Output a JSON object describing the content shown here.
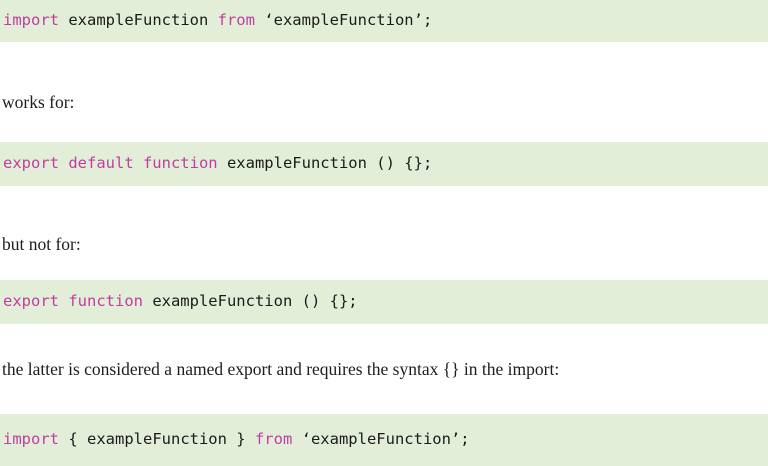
{
  "document": {
    "background_color": "#ffffff",
    "code_background_color": "#e3eed8",
    "keyword_color": "#be3fa1",
    "text_color": "#1c1c22"
  },
  "blocks": [
    {
      "kind": "code",
      "name": "default-import-snippet",
      "tokens": [
        {
          "text": "import",
          "type": "keyword"
        },
        {
          "text": " exampleFunction ",
          "type": "plain"
        },
        {
          "text": "from",
          "type": "keyword"
        },
        {
          "text": " ‘exampleFunction’;",
          "type": "string"
        }
      ],
      "full_text": "import exampleFunction from ‘exampleFunction’;"
    },
    {
      "kind": "prose",
      "name": "works-for-label",
      "text": "works for:"
    },
    {
      "kind": "code",
      "name": "default-export-snippet",
      "tokens": [
        {
          "text": "export default function",
          "type": "keyword"
        },
        {
          "text": " exampleFunction () {};",
          "type": "plain"
        }
      ],
      "full_text": "export default function exampleFunction () {};"
    },
    {
      "kind": "prose",
      "name": "but-not-for-label",
      "text": "but not for:"
    },
    {
      "kind": "code",
      "name": "named-export-snippet",
      "tokens": [
        {
          "text": "export function",
          "type": "keyword"
        },
        {
          "text": " exampleFunction () {};",
          "type": "plain"
        }
      ],
      "full_text": "export function exampleFunction () {};"
    },
    {
      "kind": "prose",
      "name": "named-export-explanation",
      "text": "the latter is considered a named export and requires the syntax {} in the import:"
    },
    {
      "kind": "code",
      "name": "named-import-snippet",
      "tokens": [
        {
          "text": "import",
          "type": "keyword"
        },
        {
          "text": " { exampleFunction } ",
          "type": "plain"
        },
        {
          "text": "from",
          "type": "keyword"
        },
        {
          "text": " ‘exampleFunction’;",
          "type": "string"
        }
      ],
      "full_text": "import { exampleFunction } from ‘exampleFunction’;"
    }
  ],
  "code": {
    "snippet1": {
      "kw_import": "import",
      "ident": " exampleFunction ",
      "kw_from": "from",
      "module": " ‘exampleFunction’;"
    },
    "snippet2": {
      "kw": "export default function",
      "rest": " exampleFunction () {};"
    },
    "snippet3": {
      "kw": "export function",
      "rest": " exampleFunction () {};"
    },
    "snippet4": {
      "kw_import": "import",
      "braces": " { exampleFunction } ",
      "kw_from": "from",
      "module": " ‘exampleFunction’;"
    }
  },
  "prose": {
    "line1": "works for:",
    "line2": "but not for:",
    "line3": "the latter is considered a named export and requires the syntax {} in the import:"
  }
}
